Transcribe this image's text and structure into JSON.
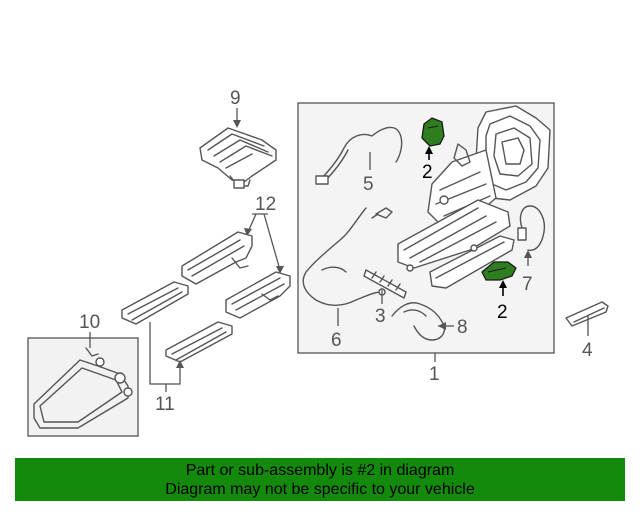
{
  "callouts": {
    "c1": "1",
    "c2a": "2",
    "c2b": "2",
    "c3": "3",
    "c4": "4",
    "c5": "5",
    "c6": "6",
    "c7": "7",
    "c8": "8",
    "c9": "9",
    "c10": "10",
    "c11": "11",
    "c12": "12"
  },
  "banner": {
    "line1": "Part or sub-assembly is #2 in diagram",
    "line2": "Diagram may not be specific to your vehicle"
  },
  "colors": {
    "banner_bg": "#138a0c",
    "highlight_part": "#2e7d1f",
    "line_art": "#555555"
  }
}
